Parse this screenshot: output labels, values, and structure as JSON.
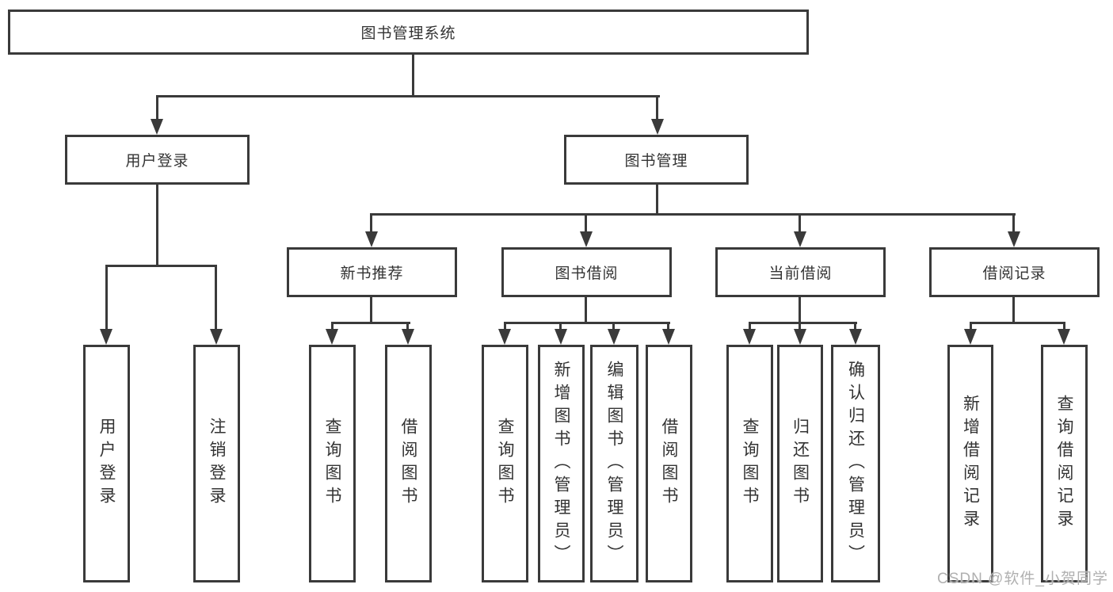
{
  "diagram": {
    "title": "图书管理系统",
    "type": "hierarchy-tree",
    "tree": {
      "label": "图书管理系统",
      "children": [
        {
          "label": "用户登录",
          "children": [
            {
              "label": "用户登录"
            },
            {
              "label": "注销登录"
            }
          ]
        },
        {
          "label": "图书管理",
          "children": [
            {
              "label": "新书推荐",
              "children": [
                {
                  "label": "查询图书"
                },
                {
                  "label": "借阅图书"
                }
              ]
            },
            {
              "label": "图书借阅",
              "children": [
                {
                  "label": "查询图书"
                },
                {
                  "label": "新增图书（管理员）"
                },
                {
                  "label": "编辑图书（管理员）"
                },
                {
                  "label": "借阅图书"
                }
              ]
            },
            {
              "label": "当前借阅",
              "children": [
                {
                  "label": "查询图书"
                },
                {
                  "label": "归还图书"
                },
                {
                  "label": "确认归还（管理员）"
                }
              ]
            },
            {
              "label": "借阅记录",
              "children": [
                {
                  "label": "新增借阅记录"
                },
                {
                  "label": "查询借阅记录"
                }
              ]
            }
          ]
        }
      ]
    }
  },
  "watermark": {
    "text": "CSDN @软件_小贺同学"
  },
  "colors": {
    "line": "#3a3a3a",
    "text": "#333333",
    "background": "#ffffff",
    "watermark": "#b0b0b0"
  }
}
